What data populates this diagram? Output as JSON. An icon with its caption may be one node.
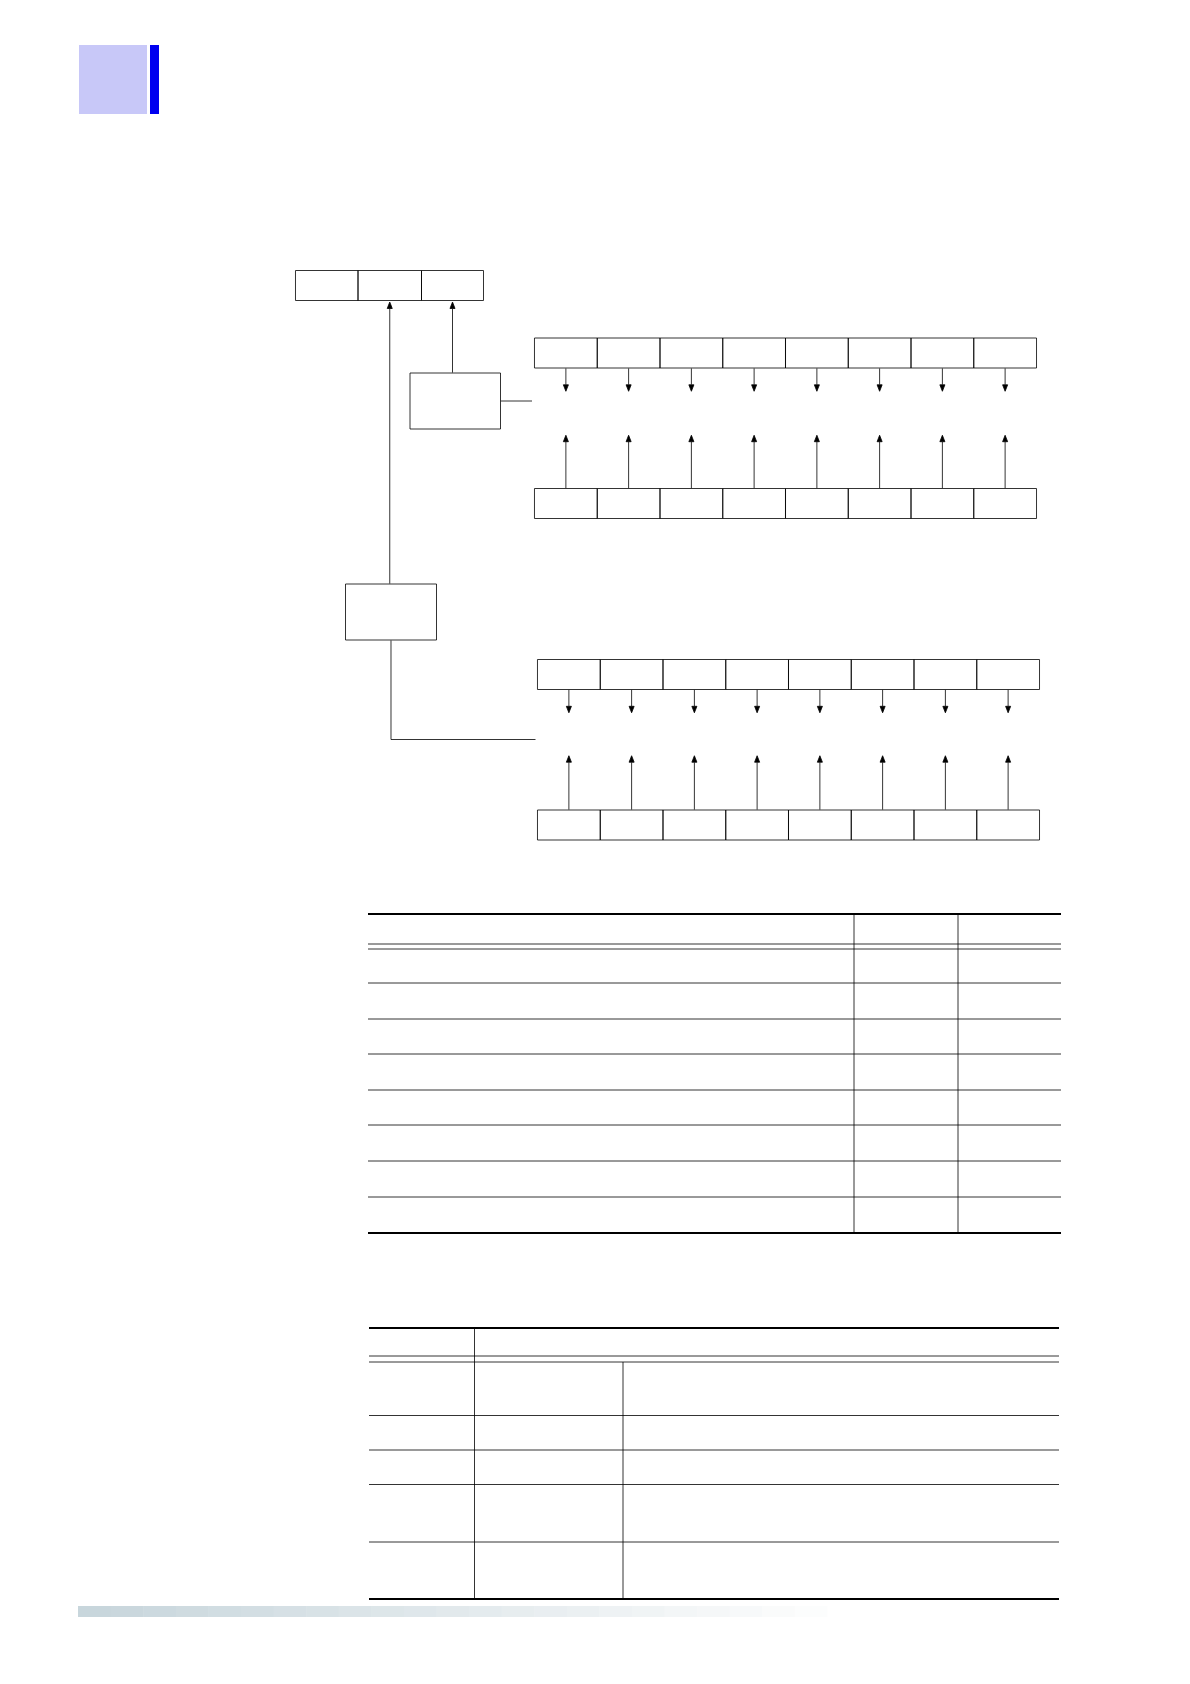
{
  "diagram": {
    "nodes": [
      {
        "text": [],
        "shape": "box"
      },
      {
        "text": [],
        "shape": "box"
      },
      {
        "text": [],
        "shape": "box"
      },
      {
        "text": [],
        "shape": "box"
      },
      {
        "text": [],
        "shape": "box"
      },
      {
        "text": [],
        "shape": "box"
      },
      {
        "text": [],
        "shape": "box"
      },
      {
        "text": [],
        "shape": "box"
      },
      {
        "text": [],
        "shape": "box"
      },
      {
        "text": [],
        "shape": "box"
      },
      {
        "text": [],
        "shape": "box"
      },
      {
        "text": [],
        "shape": "box"
      },
      {
        "text": [],
        "shape": "box"
      },
      {
        "text": [],
        "shape": "box"
      },
      {
        "text": [],
        "shape": "box"
      },
      {
        "text": [],
        "shape": "box"
      },
      {
        "text": [],
        "shape": "box"
      },
      {
        "text": [],
        "shape": "box"
      },
      {
        "text": [],
        "shape": "box"
      },
      {
        "text": [],
        "shape": "box"
      },
      {
        "text": [],
        "shape": "box"
      },
      {
        "text": [],
        "shape": "box"
      },
      {
        "text": [],
        "shape": "box"
      },
      {
        "text": [],
        "shape": "box"
      },
      {
        "text": [],
        "shape": "box"
      },
      {
        "text": [],
        "shape": "box"
      },
      {
        "text": [],
        "shape": "box"
      },
      {
        "text": [],
        "shape": "box"
      },
      {
        "text": [],
        "shape": "box"
      },
      {
        "text": [],
        "shape": "box"
      },
      {
        "text": [],
        "shape": "box"
      },
      {
        "text": [],
        "shape": "box"
      },
      {
        "text": [],
        "shape": "box"
      },
      {
        "text": [],
        "shape": "box"
      },
      {
        "text": [],
        "shape": "box"
      },
      {
        "text": [],
        "shape": "box"
      },
      {
        "text": [],
        "shape": "box"
      }
    ],
    "edges": [
      {
        "from": 11,
        "to": 2,
        "arrow": "to"
      },
      {
        "from": 11,
        "to": null,
        "arrow": "none"
      },
      {
        "from": 3,
        "to": null,
        "arrow": "to"
      },
      {
        "from": 4,
        "to": null,
        "arrow": "to"
      },
      {
        "from": 5,
        "to": null,
        "arrow": "to"
      },
      {
        "from": 6,
        "to": null,
        "arrow": "to"
      },
      {
        "from": 7,
        "to": null,
        "arrow": "to"
      },
      {
        "from": 8,
        "to": null,
        "arrow": "to"
      },
      {
        "from": 9,
        "to": null,
        "arrow": "to"
      },
      {
        "from": 10,
        "to": null,
        "arrow": "to"
      },
      {
        "from": 12,
        "to": null,
        "arrow": "to"
      },
      {
        "from": 13,
        "to": null,
        "arrow": "to"
      },
      {
        "from": 14,
        "to": null,
        "arrow": "to"
      },
      {
        "from": 15,
        "to": null,
        "arrow": "to"
      },
      {
        "from": 16,
        "to": null,
        "arrow": "to"
      },
      {
        "from": 17,
        "to": null,
        "arrow": "to"
      },
      {
        "from": 18,
        "to": null,
        "arrow": "to"
      },
      {
        "from": 19,
        "to": null,
        "arrow": "to"
      },
      {
        "from": 20,
        "to": 1,
        "arrow": "to"
      },
      {
        "from": 20,
        "to": null,
        "arrow": "none"
      },
      {
        "from": 21,
        "to": null,
        "arrow": "to"
      },
      {
        "from": 22,
        "to": null,
        "arrow": "to"
      },
      {
        "from": 23,
        "to": null,
        "arrow": "to"
      },
      {
        "from": 24,
        "to": null,
        "arrow": "to"
      },
      {
        "from": 25,
        "to": null,
        "arrow": "to"
      },
      {
        "from": 26,
        "to": null,
        "arrow": "to"
      },
      {
        "from": 27,
        "to": null,
        "arrow": "to"
      },
      {
        "from": 28,
        "to": null,
        "arrow": "to"
      },
      {
        "from": 29,
        "to": null,
        "arrow": "to"
      },
      {
        "from": 30,
        "to": null,
        "arrow": "to"
      },
      {
        "from": 31,
        "to": null,
        "arrow": "to"
      },
      {
        "from": 32,
        "to": null,
        "arrow": "to"
      },
      {
        "from": 33,
        "to": null,
        "arrow": "to"
      },
      {
        "from": 34,
        "to": null,
        "arrow": "to"
      },
      {
        "from": 35,
        "to": null,
        "arrow": "to"
      },
      {
        "from": 36,
        "to": null,
        "arrow": "to"
      }
    ]
  }
}
